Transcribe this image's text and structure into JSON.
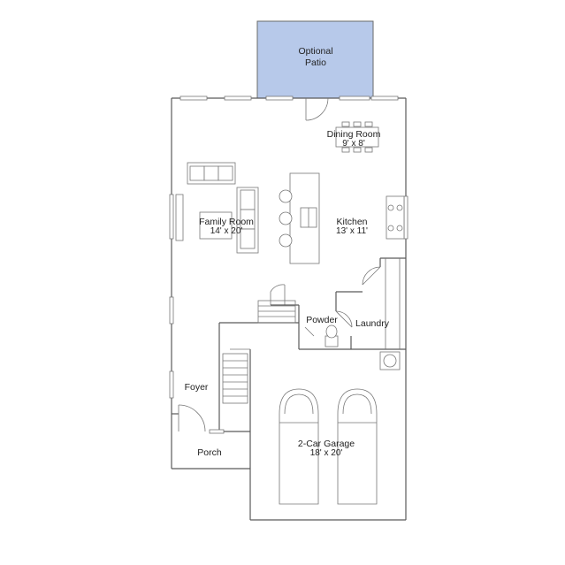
{
  "rooms": {
    "patio": {
      "name": "Optional",
      "name2": "Patio"
    },
    "dining": {
      "name": "Dining Room",
      "dim": "9' x 8'"
    },
    "family": {
      "name": "Family Room",
      "dim": "14' x 20'"
    },
    "kitchen": {
      "name": "Kitchen",
      "dim": "13' x 11'"
    },
    "powder": {
      "name": "Powder"
    },
    "laundry": {
      "name": "Laundry"
    },
    "foyer": {
      "name": "Foyer"
    },
    "garage": {
      "name": "2-Car Garage",
      "dim": "18' x 20'"
    },
    "porch": {
      "name": "Porch"
    }
  },
  "colors": {
    "patio_fill": "#b7c9ea",
    "wall": "#5a5a5a",
    "background": "#ffffff"
  }
}
